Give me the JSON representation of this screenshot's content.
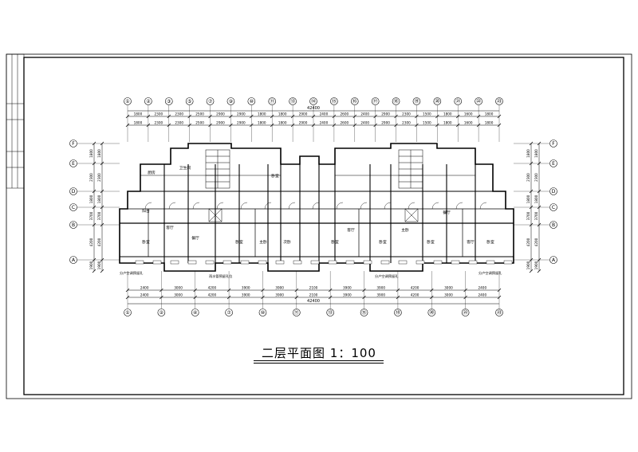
{
  "drawing": {
    "title": "二层平面图  1：100",
    "top_total": "42400",
    "bottom_total": "42400"
  },
  "top_axes": [
    "①",
    "②",
    "③",
    "⑤",
    "⑦",
    "⑨",
    "⑩",
    "⑪",
    "⑬",
    "⑭",
    "⑮",
    "⑯",
    "⑰",
    "⑱",
    "⑲",
    "⑳",
    "㉑",
    "㉒",
    "㉓"
  ],
  "bottom_axes": [
    "①",
    "②",
    "④",
    "⑦",
    "⑩",
    "⑪",
    "⑬",
    "⑮",
    "⑱",
    "⑳",
    "㉒",
    "㉓"
  ],
  "side_axes": [
    "F",
    "E",
    "D",
    "C",
    "B",
    "A"
  ],
  "top_dims": [
    "1800",
    "2300",
    "2300",
    "2500",
    "2900",
    "2900",
    "1800",
    "1800",
    "2900",
    "2400",
    "2600",
    "2400",
    "2900",
    "2300",
    "1500",
    "1800",
    "1600",
    "1800"
  ],
  "bottom_dims": [
    "2400",
    "3000",
    "4200",
    "3900",
    "3900",
    "2100",
    "3900",
    "3900",
    "4200",
    "3000",
    "2400"
  ],
  "side_dims": [
    "1800",
    "2300",
    "1800",
    "3700",
    "4200",
    "1900"
  ],
  "rooms": [
    "卧室",
    "客厅",
    "餐厅",
    "厨房",
    "卫生间",
    "阳台",
    "主卧",
    "次卧",
    "卧室",
    "卧室",
    "客厅",
    "卧室",
    "主卧",
    "卧室",
    "餐厅",
    "客厅",
    "卧室",
    "卧室"
  ],
  "notes": [
    "分户空调预留孔",
    "雨水管预留孔位",
    "分户空调预留孔",
    "分户空调预留孔"
  ]
}
